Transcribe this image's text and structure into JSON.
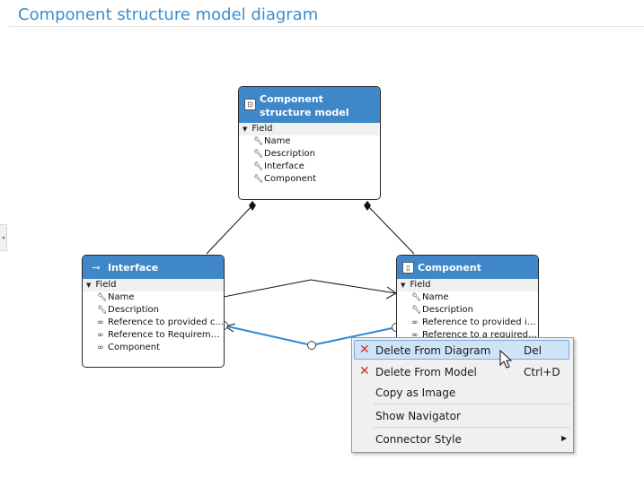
{
  "page": {
    "title": "Component structure model diagram"
  },
  "entities": {
    "csm": {
      "title": "Component structure model",
      "icon": "component-model-icon",
      "group": "Field",
      "fields": [
        "Name",
        "Description",
        "Interface",
        "Component"
      ],
      "field_icons": [
        "wrench-icon",
        "wrench-icon",
        "wrench-icon",
        "wrench-icon"
      ]
    },
    "interface": {
      "title": "Interface",
      "icon": "interface-icon",
      "group": "Field",
      "fields": [
        "Name",
        "Description",
        "Reference to provided c...",
        "Reference to Requireme...",
        "Component"
      ],
      "field_icons": [
        "wrench-icon",
        "wrench-icon",
        "link-icon",
        "link-icon",
        "link-icon"
      ]
    },
    "component": {
      "title": "Component",
      "icon": "component-icon",
      "group": "Field",
      "fields": [
        "Name",
        "Description",
        "Reference to provided in...",
        "Reference to a required i..."
      ],
      "field_icons": [
        "wrench-icon",
        "wrench-icon",
        "link-icon",
        "link-icon"
      ]
    }
  },
  "context_menu": {
    "items": [
      {
        "label": "Delete From Diagram",
        "shortcut": "Del",
        "icon": "delete-x-icon",
        "highlighted": true
      },
      {
        "label": "Delete From Model",
        "shortcut": "Ctrl+D",
        "icon": "delete-x-icon"
      },
      {
        "label": "Copy as Image"
      },
      {
        "label": "Show Navigator"
      },
      {
        "label": "Connector Style",
        "submenu": true
      }
    ]
  },
  "colors": {
    "title": "#3a8ed0",
    "header": "#3f87c8",
    "selected_connector": "#2b88d8",
    "delete_icon": "#c8352a",
    "menu_highlight": "#cfe3f7"
  }
}
